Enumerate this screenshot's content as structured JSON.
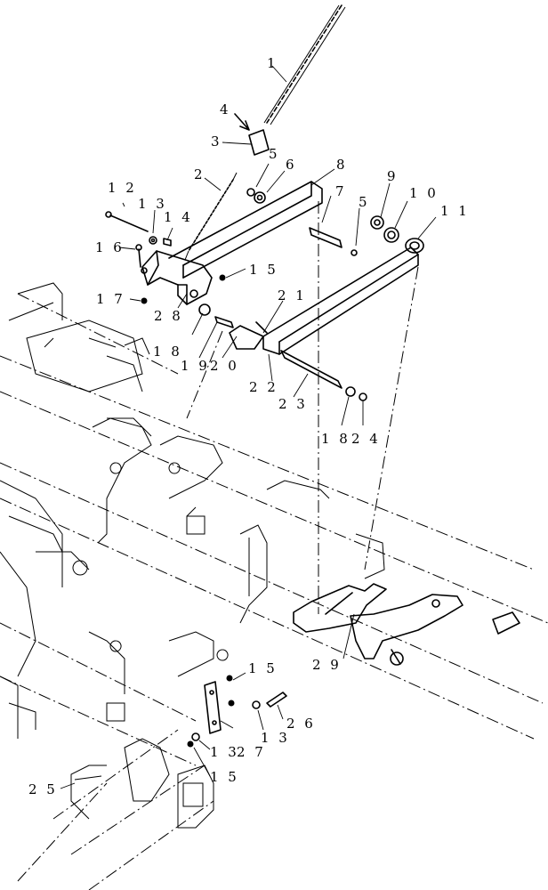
{
  "labels": {
    "n1": "1",
    "n2": "2",
    "n3": "3",
    "n4": "4",
    "n5a": "5",
    "n5b": "5",
    "n6": "6",
    "n7": "7",
    "n8": "8",
    "n9": "9",
    "n10": "1 0",
    "n11": "1 1",
    "n12": "1 2",
    "n13a": "1 3",
    "n13b": "1 3",
    "n13c": "1 3",
    "n14": "1 4",
    "n15a": "1 5",
    "n15b": "1 5",
    "n15c": "1 5",
    "n16": "1 6",
    "n17": "1 7",
    "n18a": "1 8",
    "n18b": "1 8",
    "n19": "1 9",
    "n20": "2 0",
    "n21": "2 1",
    "n22": "2 2",
    "n23": "2 3",
    "n24": "2 4",
    "n25": "2 5",
    "n26": "2 6",
    "n27": "2 7",
    "n28": "2 8",
    "n29": "2 9"
  }
}
